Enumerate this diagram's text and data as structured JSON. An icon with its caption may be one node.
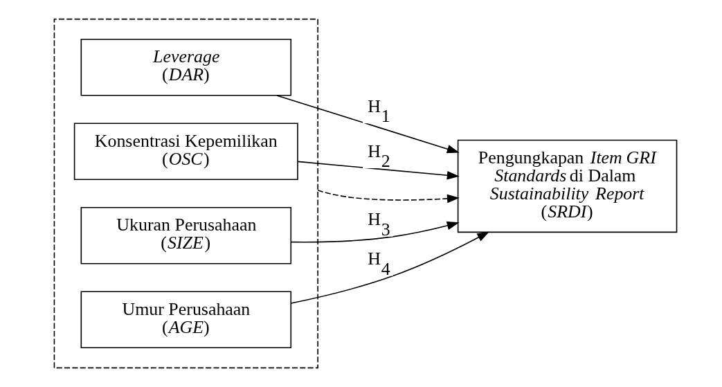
{
  "diagram": {
    "nodes": [
      {
        "text": [],
        "shape": "box"
      },
      {
        "text": [
          "*Leverage*",
          "(*DAR*)"
        ],
        "in": 0
      },
      {
        "text": [
          "Konsentrasi Kepemilikan",
          "(*OSC*)"
        ],
        "in": 0
      },
      {
        "text": [
          "Ukuran Perusahaan",
          "(*SIZE*)"
        ],
        "in": 0
      },
      {
        "text": [
          "Umur Perusahaan",
          "(*AGE*)"
        ],
        "in": 0
      },
      {
        "text": [
          "Pengungkapan *Item GRI Standards* di Dalam *Sustainability Report*",
          "(*SRDI*)"
        ]
      }
    ],
    "edges": [
      {
        "from": 1,
        "to": 5,
        "arrow": "to",
        "label": "H$_{1}$"
      },
      {
        "from": 2,
        "to": 5,
        "arrow": "to",
        "label": "H$_{2}$"
      },
      {
        "from": 0,
        "to": 5,
        "arrow": "to",
        "style": "dashed"
      },
      {
        "from": 3,
        "to": 5,
        "arrow": "to",
        "label": "H$_{3}$"
      },
      {
        "from": 4,
        "to": 5,
        "arrow": "to",
        "label": "H$_{4}$"
      }
    ]
  }
}
